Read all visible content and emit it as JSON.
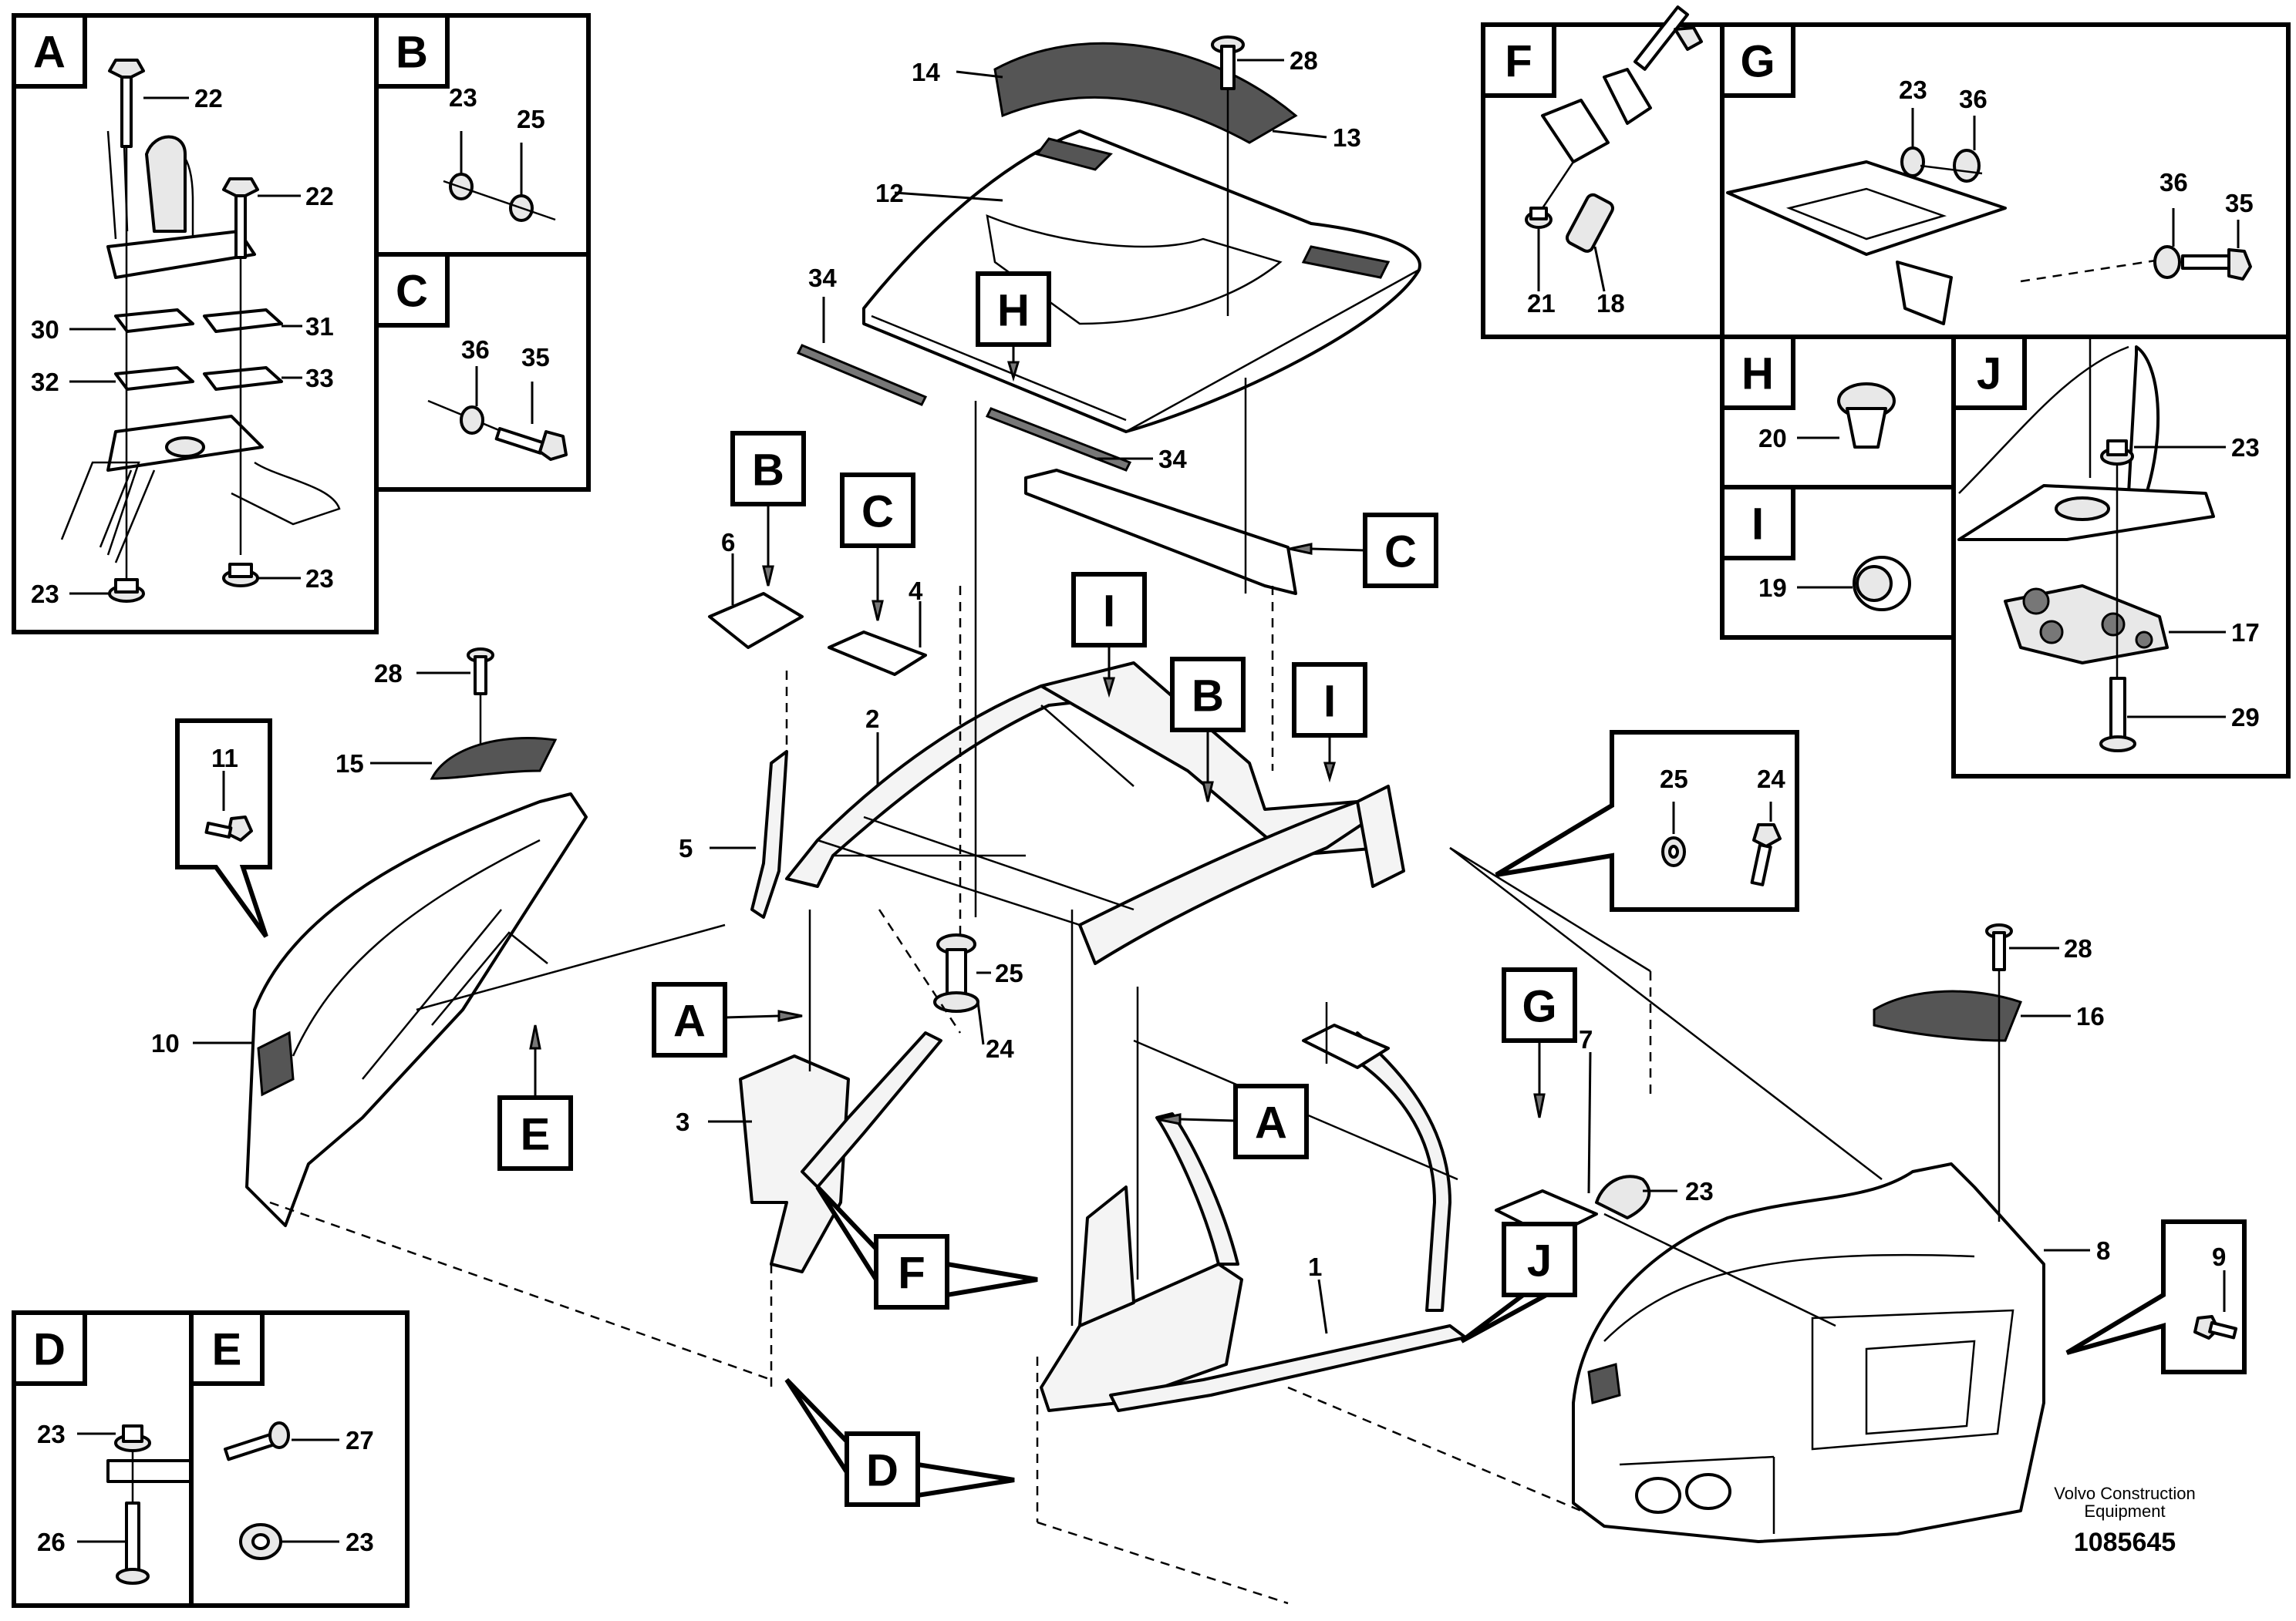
{
  "detail_panels": {
    "A": {
      "letter": "A",
      "labels": [
        "22",
        "22",
        "30",
        "31",
        "32",
        "33",
        "23",
        "23"
      ]
    },
    "B": {
      "letter": "B",
      "labels": [
        "23",
        "25"
      ]
    },
    "C": {
      "letter": "C",
      "labels": [
        "36",
        "35"
      ]
    },
    "D": {
      "letter": "D",
      "labels": [
        "23",
        "26"
      ]
    },
    "E": {
      "letter": "E",
      "labels": [
        "27",
        "23"
      ]
    },
    "F": {
      "letter": "F",
      "labels": [
        "21",
        "18"
      ]
    },
    "G": {
      "letter": "G",
      "labels": [
        "23",
        "36",
        "36",
        "35"
      ]
    },
    "H": {
      "letter": "H",
      "labels": [
        "20"
      ]
    },
    "I": {
      "letter": "I",
      "labels": [
        "19"
      ]
    },
    "J": {
      "letter": "J",
      "labels": [
        "23",
        "17",
        "29"
      ]
    }
  },
  "callout_panels": {
    "left_bolt": {
      "labels": [
        "11"
      ]
    },
    "right_bolt": {
      "labels": [
        "9"
      ]
    },
    "hardware": {
      "labels": [
        "25",
        "24"
      ]
    }
  },
  "main_tags": [
    "B",
    "C",
    "H",
    "C",
    "I",
    "B",
    "I",
    "A",
    "A",
    "E",
    "F",
    "D",
    "G",
    "J"
  ],
  "main_labels": [
    "14",
    "28",
    "13",
    "12",
    "34",
    "34",
    "6",
    "4",
    "2",
    "5",
    "28",
    "15",
    "10",
    "3",
    "25",
    "24",
    "7",
    "23",
    "28",
    "16",
    "8",
    "1"
  ],
  "footer": {
    "company_line1": "Volvo Construction",
    "company_line2": "Equipment",
    "doc_number": "1085645"
  }
}
